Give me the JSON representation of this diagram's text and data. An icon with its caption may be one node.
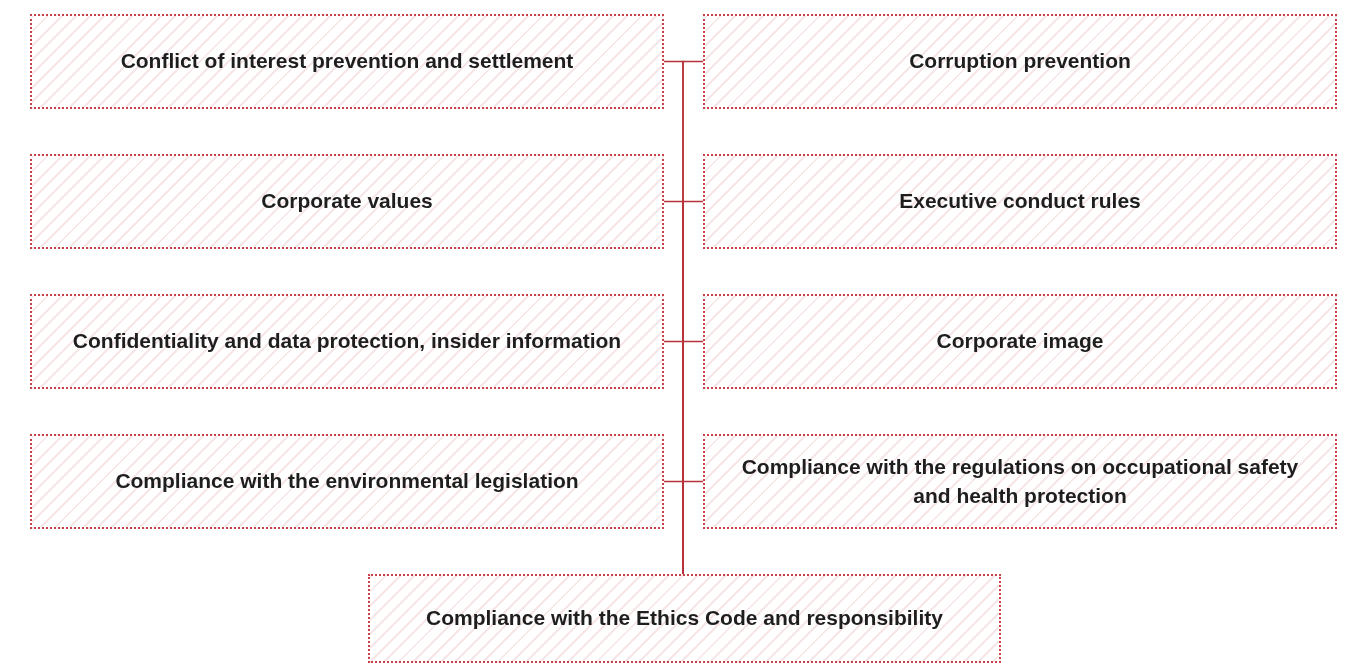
{
  "diagram": {
    "nodes": [
      {
        "text": [
          "Conflict of interest prevention and settlement"
        ]
      },
      {
        "text": [
          "Corruption prevention"
        ]
      },
      {
        "text": [
          "Corporate values"
        ]
      },
      {
        "text": [
          "Executive conduct rules"
        ]
      },
      {
        "text": [
          "Confidentiality and data protection, insider information"
        ]
      },
      {
        "text": [
          "Corporate image"
        ]
      },
      {
        "text": [
          "Compliance with the environmental legislation"
        ]
      },
      {
        "text": [
          "Compliance with the regulations on occupational safety and health protection"
        ]
      },
      {
        "text": [
          "Compliance with the Ethics Code and responsibility"
        ]
      }
    ],
    "edges": [
      {
        "from": 0,
        "to": 8,
        "arrow": "none"
      },
      {
        "from": 1,
        "to": 8,
        "arrow": "none"
      },
      {
        "from": 2,
        "to": 8,
        "arrow": "none"
      },
      {
        "from": 3,
        "to": 8,
        "arrow": "none"
      },
      {
        "from": 4,
        "to": 8,
        "arrow": "none"
      },
      {
        "from": 5,
        "to": 8,
        "arrow": "none"
      },
      {
        "from": 6,
        "to": 8,
        "arrow": "none"
      },
      {
        "from": 7,
        "to": 8,
        "arrow": "none"
      }
    ]
  }
}
